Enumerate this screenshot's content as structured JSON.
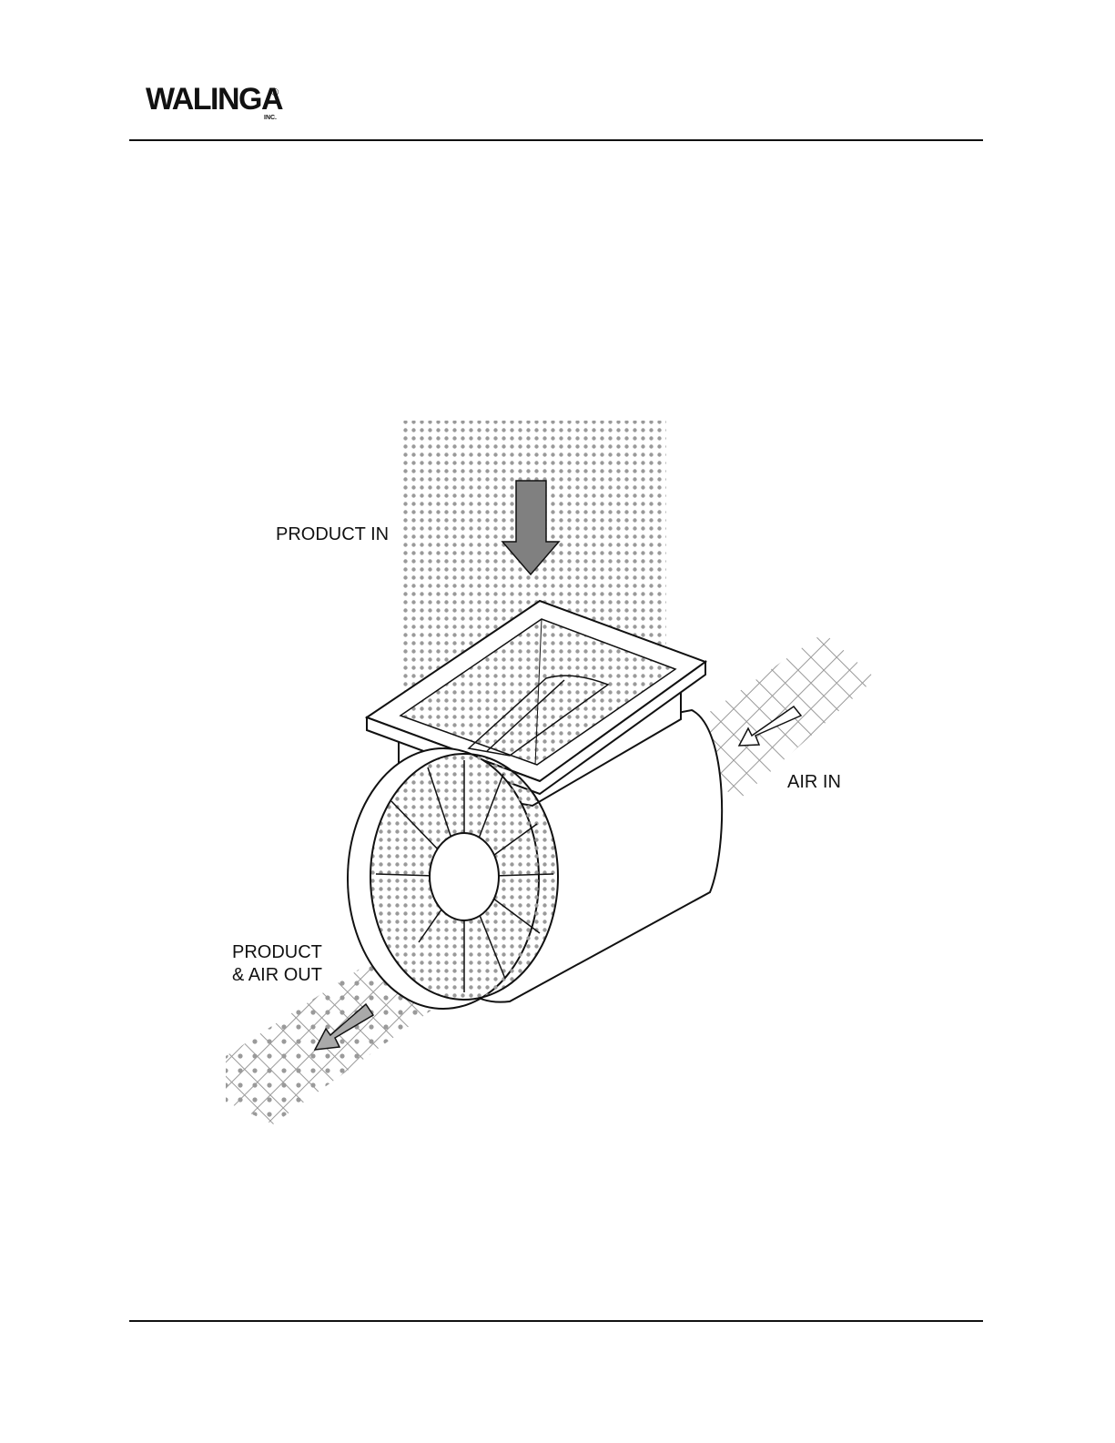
{
  "header": {
    "logo_text": "WALINGA",
    "logo_registered": "®",
    "logo_inc": "INC."
  },
  "diagram": {
    "labels": {
      "product_in": "PRODUCT IN",
      "air_in": "AIR IN",
      "product_air_out_line1": "PRODUCT",
      "product_air_out_line2": "& AIR OUT"
    },
    "colors": {
      "ink": "#111111",
      "dot_pattern": "#9a9a9a",
      "crosshatch": "#9a9a9a",
      "product_arrow": "#808080",
      "out_arrow": "#a9a9a9",
      "air_arrow": "#ffffff"
    }
  }
}
